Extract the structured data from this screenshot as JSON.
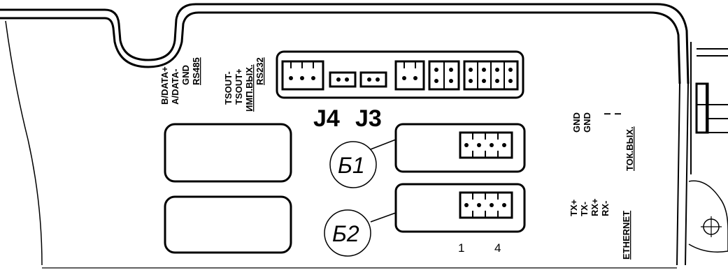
{
  "connector_labels": {
    "j4": "J4",
    "j3": "J3",
    "b1": "Б1",
    "b2": "Б2",
    "pin_first": "1",
    "pin_last": "4"
  },
  "left_column": {
    "b_data_plus": "B/DATA+",
    "a_data_minus": "A/DATA-",
    "gnd": "GND",
    "rs485": "RS485",
    "tsout_minus": "TSOUT-",
    "tsout_plus": "TSOUT+",
    "imp_out": "ИМП.ВЫХ.",
    "rs232": "RS232"
  },
  "right_column": {
    "gnd_1": "GND",
    "gnd_2": "GND",
    "i_1": "I",
    "i_2": "I",
    "current_out": "ТОК.ВЫХ.",
    "tx_plus": "TX+",
    "tx_minus": "TX-",
    "rx_plus": "RX+",
    "rx_minus": "RX-",
    "ethernet": "ETHERNET"
  },
  "colors": {
    "ink": "#000000",
    "paper": "#ffffff"
  }
}
